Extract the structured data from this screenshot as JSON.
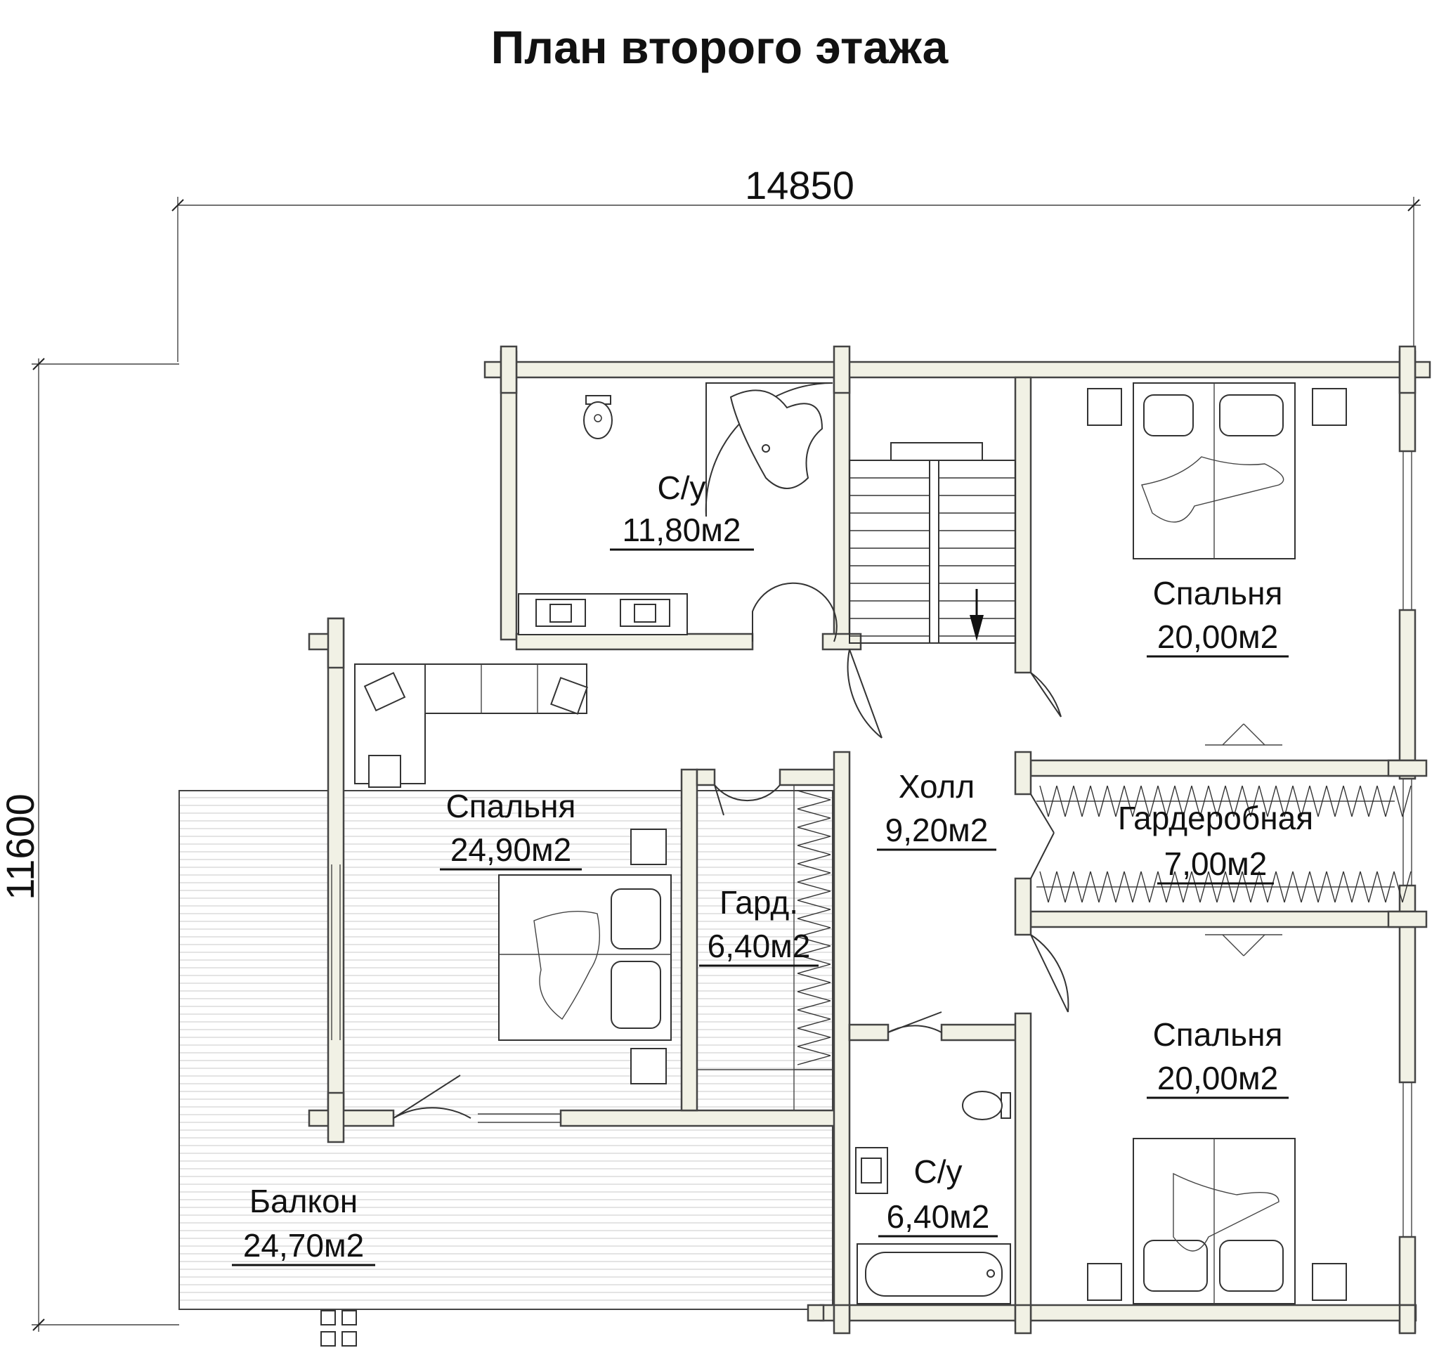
{
  "title": "План второго этажа",
  "dimensions": {
    "width": "14850",
    "height": "11600"
  },
  "rooms": {
    "bath1": {
      "name": "С/у",
      "area": "11,80м2"
    },
    "bed_ne": {
      "name": "Спальня",
      "area": "20,00м2"
    },
    "bed_w": {
      "name": "Спальня",
      "area": "24,90м2"
    },
    "hall": {
      "name": "Холл",
      "area": "9,20м2"
    },
    "wardrobe": {
      "name": "Гардеробная",
      "area": "7,00м2"
    },
    "gard": {
      "name": "Гард.",
      "area": "6,40м2"
    },
    "bed_se": {
      "name": "Спальня",
      "area": "20,00м2"
    },
    "bath2": {
      "name": "С/у",
      "area": "6,40м2"
    },
    "balcony": {
      "name": "Балкон",
      "area": "24,70м2"
    }
  },
  "colors": {
    "wall_fill": "#f1f1e5",
    "line": "#222222"
  }
}
